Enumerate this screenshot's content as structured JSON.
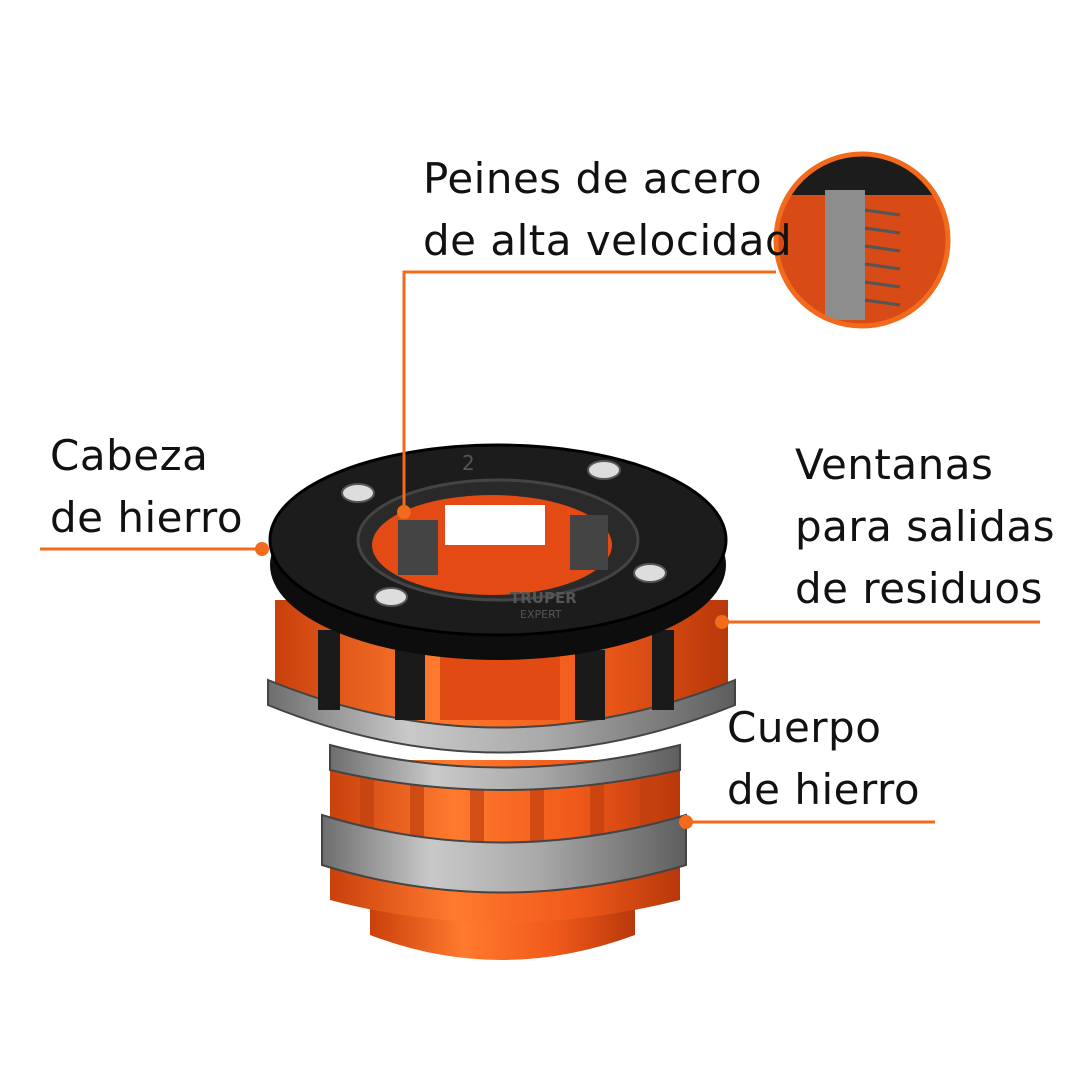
{
  "labels": {
    "combs": [
      "Peines de acero",
      "de alta velocidad"
    ],
    "head": [
      "Cabeza",
      "de hierro"
    ],
    "windows": [
      "Ventanas",
      "para salidas",
      "de residuos"
    ],
    "body": [
      "Cuerpo",
      "de hierro"
    ]
  },
  "product": {
    "size_mark": "2",
    "logo_brand": "TRUPER",
    "logo_line": "EXPERT"
  },
  "colors": {
    "accent": "#f26a1b",
    "orange_body": "#f05a1a",
    "black_ring": "#151515",
    "steel": "#9a9a9a"
  }
}
